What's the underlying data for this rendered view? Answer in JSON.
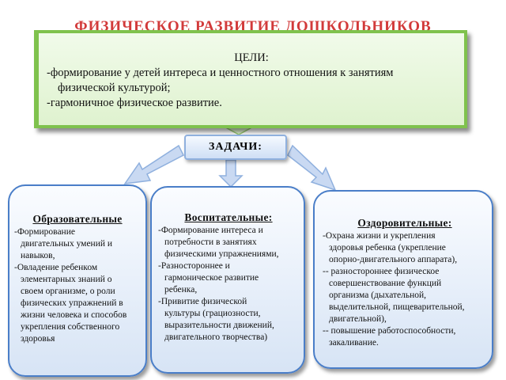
{
  "header": {
    "title": "ФИЗИЧЕСКОЕ РАЗВИТИЕ ДОШКОЛЬНИКОВ"
  },
  "goals": {
    "heading": "ЦЕЛИ:",
    "line1": "-формирование у детей интереса и ценностного отношения к занятиям",
    "line2": "физической культурой;",
    "line3": "-гармоничное физическое развитие."
  },
  "tasks": {
    "label": "ЗАДАЧИ:"
  },
  "cards": {
    "educational": {
      "title": "Образовательные",
      "lines": [
        "-Формирование",
        "двигательных умений и",
        "навыков,",
        "-Овладение ребенком",
        "элементарных знаний о",
        "своем организме, о роли",
        "физических упражнений в",
        "жизни человека и способов",
        "укрепления собственного",
        "здоровья"
      ]
    },
    "upbringing": {
      "title": "Воспитательные:",
      "lines": [
        "-Формирование интереса и",
        "потребности в занятиях",
        "физическими упражнениями,",
        "-Разностороннее и",
        "гармоническое развитие",
        "ребенка,",
        "-Привитие физической",
        "культуры (грациозности,",
        "выразительности движений,",
        "двигательного творчества)"
      ]
    },
    "health": {
      "title": "Оздоровительные:",
      "lines": [
        "-Охрана жизни и укрепления",
        "здоровья ребенка (укрепление",
        "опорно-двигательного аппарата),",
        "-- разностороннее физическое",
        "совершенствование функций",
        "организма (дыхательной,",
        "выделительной, пищеварительной,",
        "двигательной),",
        "-- повышение работоспособности,",
        "закаливание."
      ]
    }
  },
  "colors": {
    "title_red": "#d23a3a",
    "goals_border": "#7fc24d",
    "card_border": "#4a7ec8",
    "arrow_fill": "#c9d9f2"
  }
}
